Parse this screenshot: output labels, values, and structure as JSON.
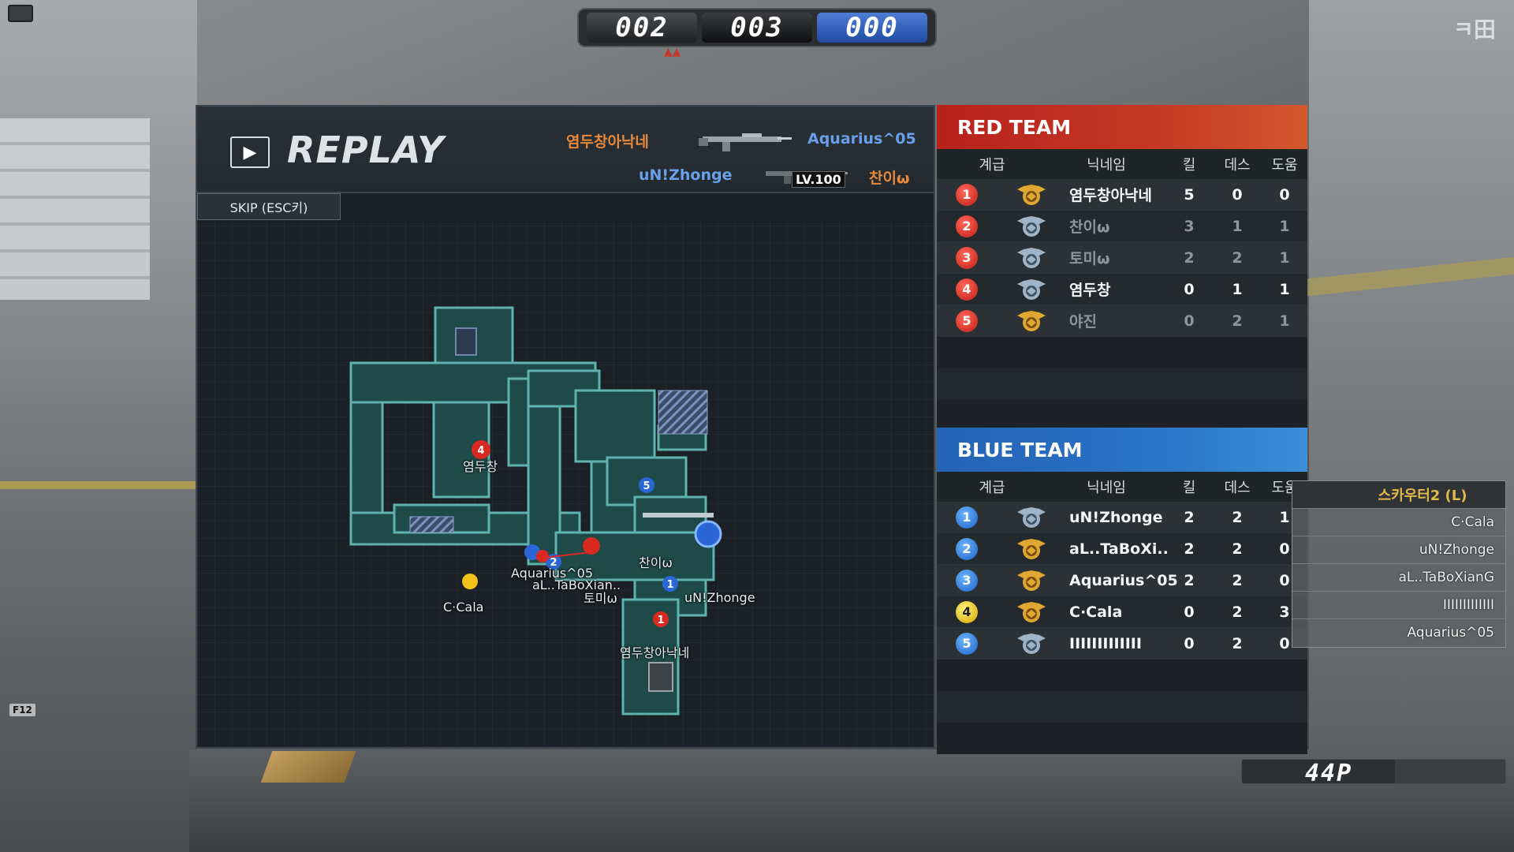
{
  "scoreboard": {
    "red_score": "002",
    "round": "003",
    "blue_score": "000"
  },
  "replay": {
    "title": "REPLAY",
    "skip_label": "SKIP (ESC키)",
    "killfeed": [
      {
        "killer": "염두창아낙네",
        "victim": "Aquarius^05"
      },
      {
        "killer": "uN!Zhonge",
        "victim": "찬이ω",
        "badge": "LV.100"
      }
    ]
  },
  "map": {
    "labels": [
      "염두창",
      "찬이ω",
      "Aquarius^05",
      "aL..TaBoXian..",
      "토미ω",
      "uN!Zhonge",
      "C·Cala",
      "염두창아낙네"
    ],
    "markers": [
      "4",
      "5",
      "1",
      "2",
      "1"
    ]
  },
  "columns": {
    "rank": "계급",
    "nickname": "닉네임",
    "kills": "킬",
    "deaths": "데스",
    "assists": "도움"
  },
  "red_team": {
    "title": "RED TEAM",
    "players": [
      {
        "no": "1",
        "name": "염두창아낙네",
        "kills": "5",
        "deaths": "0",
        "assists": "0",
        "emblem": "gold"
      },
      {
        "no": "2",
        "name": "찬이ω",
        "kills": "3",
        "deaths": "1",
        "assists": "1",
        "emblem": "silver"
      },
      {
        "no": "3",
        "name": "토미ω",
        "kills": "2",
        "deaths": "2",
        "assists": "1",
        "emblem": "silver"
      },
      {
        "no": "4",
        "name": "염두창",
        "kills": "0",
        "deaths": "1",
        "assists": "1",
        "emblem": "silver"
      },
      {
        "no": "5",
        "name": "야진",
        "kills": "0",
        "deaths": "2",
        "assists": "1",
        "emblem": "gold"
      }
    ]
  },
  "blue_team": {
    "title": "BLUE TEAM",
    "players": [
      {
        "no": "1",
        "name": "uN!Zhonge",
        "kills": "2",
        "deaths": "2",
        "assists": "1",
        "emblem": "silver"
      },
      {
        "no": "2",
        "name": "aL..TaBoXi..",
        "kills": "2",
        "deaths": "2",
        "assists": "0",
        "emblem": "gold"
      },
      {
        "no": "3",
        "name": "Aquarius^05",
        "kills": "2",
        "deaths": "2",
        "assists": "0",
        "emblem": "gold"
      },
      {
        "no": "4",
        "name": "C·Cala",
        "kills": "0",
        "deaths": "2",
        "assists": "3",
        "emblem": "gold"
      },
      {
        "no": "5",
        "name": "IIIIIIIIIIIII",
        "kills": "0",
        "deaths": "2",
        "assists": "0",
        "emblem": "silver"
      }
    ]
  },
  "spectator": {
    "title": "스카우터2 (L)",
    "items": [
      "C·Cala",
      "uN!Zhonge",
      "aL..TaBoXianG",
      "IIIIIIIIIIIII",
      "Aquarius^05"
    ]
  },
  "hud": {
    "points": "44P",
    "key_hint": "F12"
  },
  "colors": {
    "red_team": "#c43a24",
    "blue_team": "#2a74c6",
    "map_room": "#1e4a49",
    "map_wall": "#5fb2ae"
  }
}
